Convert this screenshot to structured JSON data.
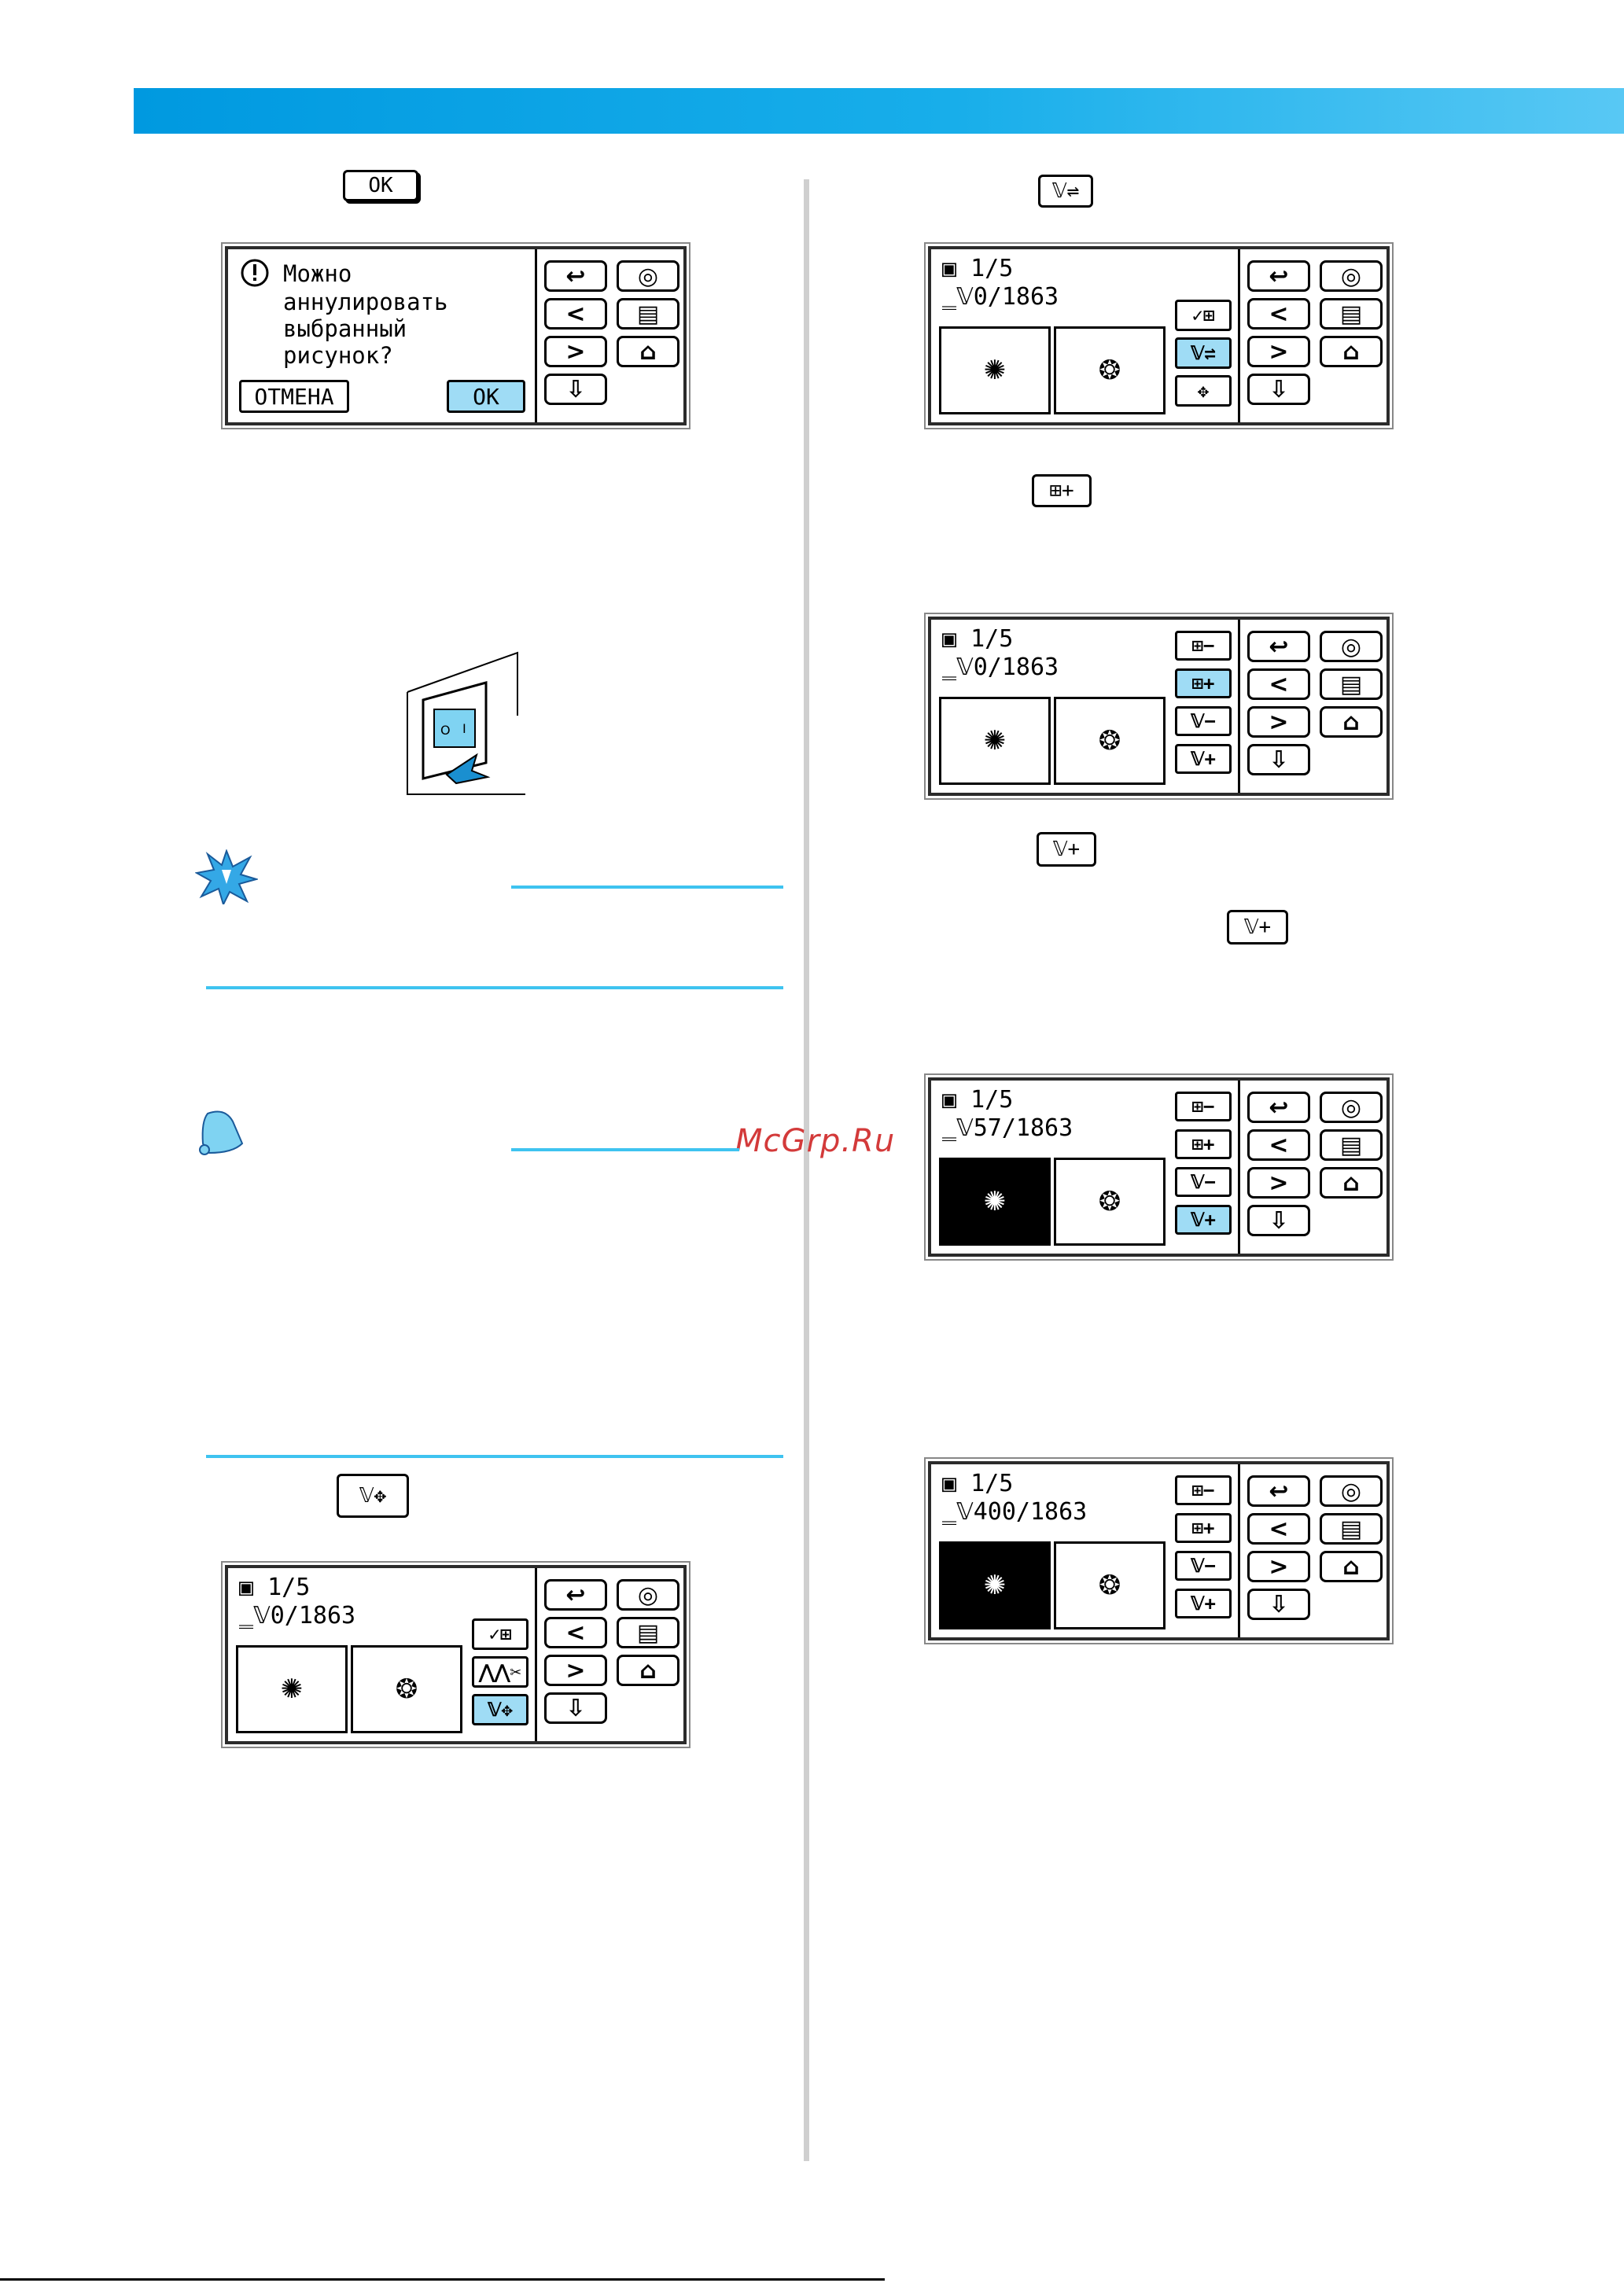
{
  "watermark": "McGrp.Ru",
  "inline_icons": {
    "ok": "OK",
    "needle_color_change": "𝕍⇌",
    "spool_plus": "⊞+",
    "needle_plus": "𝕍+",
    "needle_move": "𝕍✥"
  },
  "screens": {
    "cancel_dialog": {
      "message_lines": [
        "Можно",
        "аннулировать",
        "выбранный",
        "рисунок?"
      ],
      "cancel_label": "ОТМЕНА",
      "ok_label": "OK"
    },
    "common": {
      "frame_label": "1/5",
      "right_keys": {
        "back": "↩",
        "prev": "<",
        "next": ">",
        "memory": "⇩"
      }
    },
    "screen_a": {
      "stitch_count": "0/1863"
    },
    "screen_b": {
      "stitch_count": "0/1863"
    },
    "screen_c": {
      "stitch_count": "57/1863"
    },
    "screen_d": {
      "stitch_count": "400/1863"
    },
    "screen_e": {
      "stitch_count": "0/1863"
    }
  },
  "colors": {
    "accent": "#0099e0",
    "highlight": "#9fdcf5",
    "rule": "#3ec3f0",
    "watermark": "#d33a3a"
  }
}
